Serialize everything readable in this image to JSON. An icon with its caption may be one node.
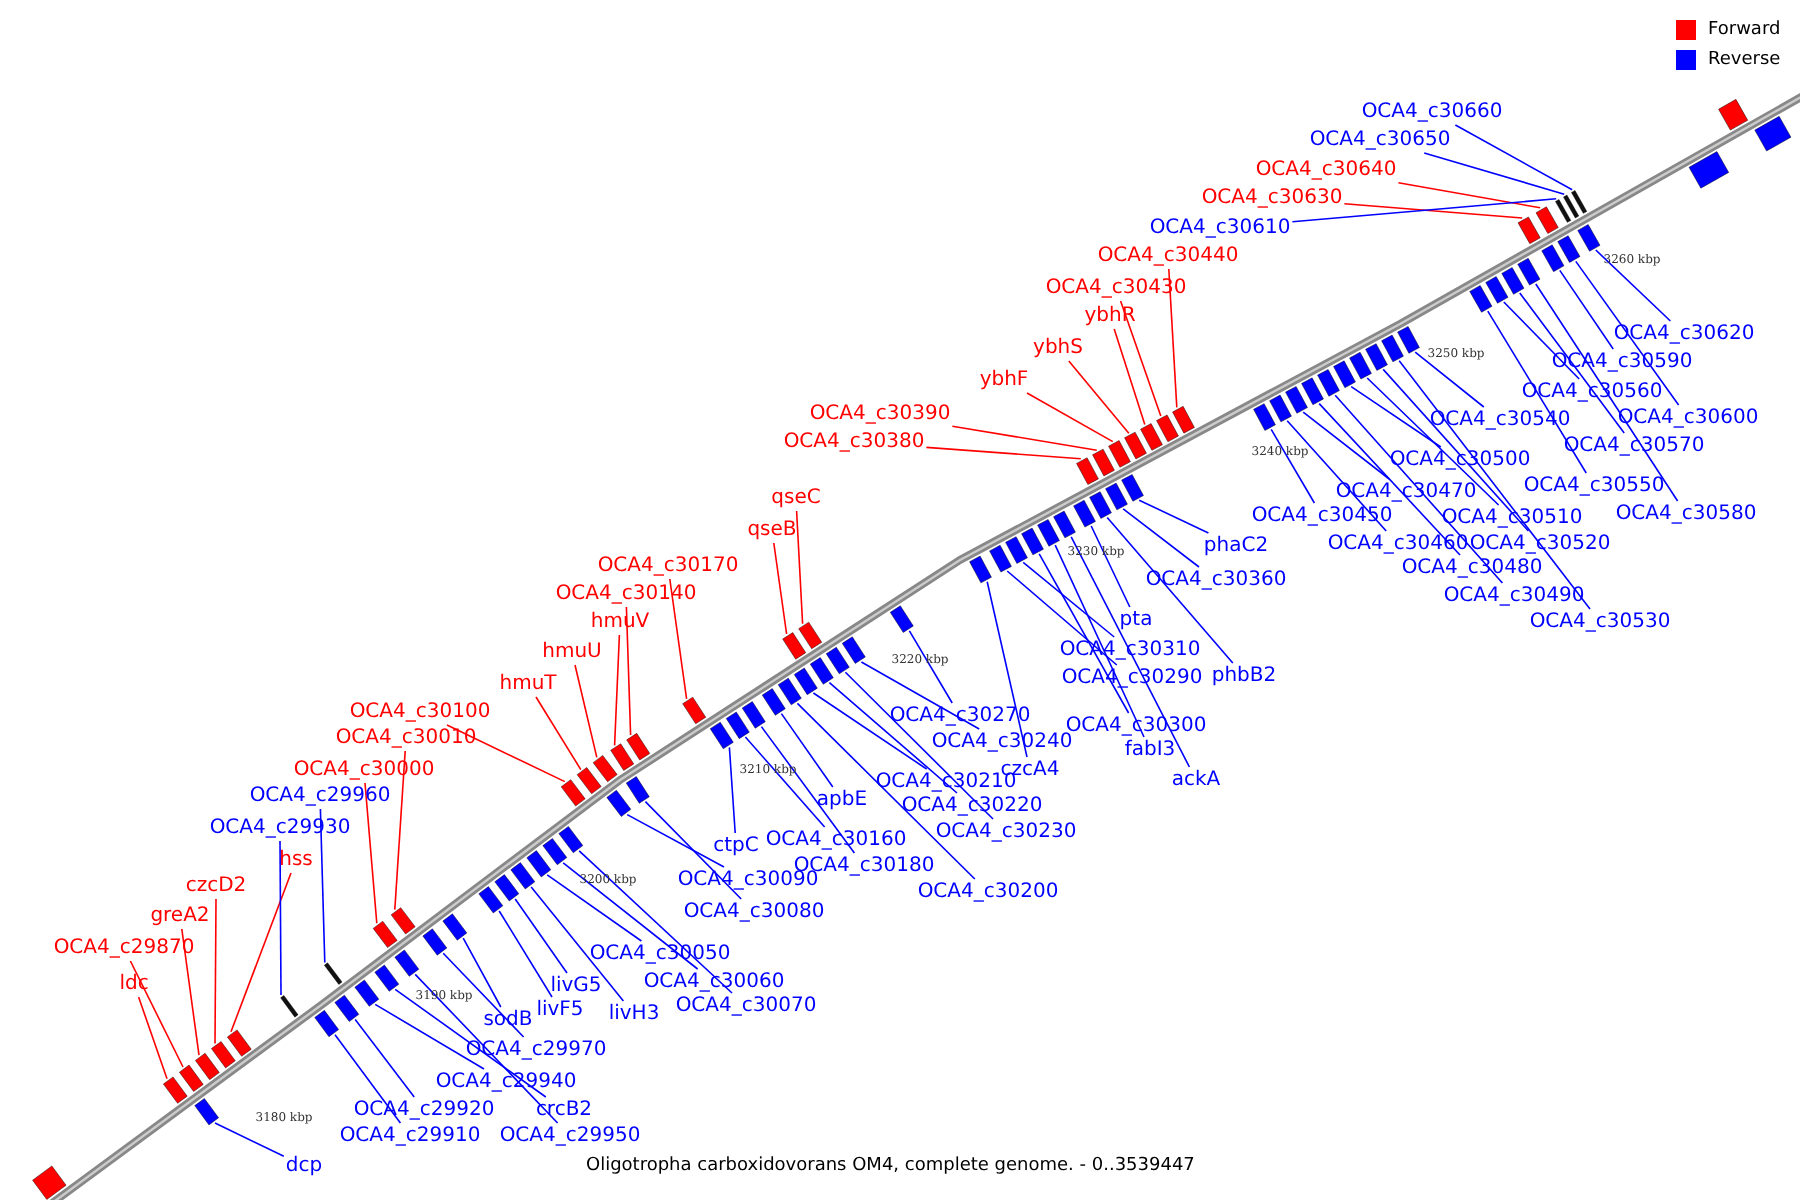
{
  "diagram": {
    "caption": "Oligotropha carboxidovorans OM4, complete genome. - 0..3539447",
    "nodes": [
      {
        "text": [
          "ldc"
        ]
      },
      {
        "text": [
          "OCA4_c29870"
        ]
      },
      {
        "text": [
          "greA2"
        ]
      },
      {
        "text": [
          "czcD2"
        ]
      },
      {
        "text": [
          "hss"
        ]
      },
      {
        "text": [
          "OCA4_c30000"
        ]
      },
      {
        "text": [
          "OCA4_c30010"
        ]
      },
      {
        "text": [
          "OCA4_c30100"
        ]
      },
      {
        "text": [
          "hmuT"
        ]
      },
      {
        "text": [
          "hmuU"
        ]
      },
      {
        "text": [
          "hmuV"
        ]
      },
      {
        "text": [
          "OCA4_c30140"
        ]
      },
      {
        "text": [
          "OCA4_c30170"
        ]
      },
      {
        "text": [
          "qseB"
        ]
      },
      {
        "text": [
          "qseC"
        ]
      },
      {
        "text": [
          "OCA4_c30380"
        ]
      },
      {
        "text": [
          "OCA4_c30390"
        ]
      },
      {
        "text": [
          "ybhF"
        ]
      },
      {
        "text": [
          "ybhS"
        ]
      },
      {
        "text": [
          "ybhR"
        ]
      },
      {
        "text": [
          "OCA4_c30430"
        ]
      },
      {
        "text": [
          "OCA4_c30440"
        ]
      },
      {
        "text": [
          "OCA4_c30630"
        ]
      },
      {
        "text": [
          "OCA4_c30640"
        ]
      },
      {
        "text": [
          "OCA4_c29930"
        ]
      },
      {
        "text": [
          "OCA4_c29960"
        ]
      },
      {
        "text": [
          "OCA4_c30610"
        ]
      },
      {
        "text": [
          "OCA4_c30650"
        ]
      },
      {
        "text": [
          "OCA4_c30660"
        ]
      },
      {
        "text": [
          "dcp"
        ]
      },
      {
        "text": [
          "OCA4_c29910"
        ]
      },
      {
        "text": [
          "OCA4_c29920"
        ]
      },
      {
        "text": [
          "OCA4_c29950"
        ]
      },
      {
        "text": [
          "crcB2"
        ]
      },
      {
        "text": [
          "OCA4_c29940"
        ]
      },
      {
        "text": [
          "OCA4_c29970"
        ]
      },
      {
        "text": [
          "sodB"
        ]
      },
      {
        "text": [
          "livF5"
        ]
      },
      {
        "text": [
          "livG5"
        ]
      },
      {
        "text": [
          "livH3"
        ]
      },
      {
        "text": [
          "OCA4_c30050"
        ]
      },
      {
        "text": [
          "OCA4_c30060"
        ]
      },
      {
        "text": [
          "OCA4_c30070"
        ]
      },
      {
        "text": [
          "OCA4_c30080"
        ]
      },
      {
        "text": [
          "OCA4_c30090"
        ]
      },
      {
        "text": [
          "ctpC"
        ]
      },
      {
        "text": [
          "OCA4_c30160"
        ]
      },
      {
        "text": [
          "OCA4_c30180"
        ]
      },
      {
        "text": [
          "OCA4_c30200"
        ]
      },
      {
        "text": [
          "apbE"
        ]
      },
      {
        "text": [
          "OCA4_c30210"
        ]
      },
      {
        "text": [
          "OCA4_c30220"
        ]
      },
      {
        "text": [
          "OCA4_c30230"
        ]
      },
      {
        "text": [
          "OCA4_c30240"
        ]
      },
      {
        "text": [
          "OCA4_c30270"
        ]
      },
      {
        "text": [
          "czcA4"
        ]
      },
      {
        "text": [
          "OCA4_c30290"
        ]
      },
      {
        "text": [
          "OCA4_c30300"
        ]
      },
      {
        "text": [
          "OCA4_c30310"
        ]
      },
      {
        "text": [
          "fabI3"
        ]
      },
      {
        "text": [
          "ackA"
        ]
      },
      {
        "text": [
          "pta"
        ]
      },
      {
        "text": [
          "phbB2"
        ]
      },
      {
        "text": [
          "OCA4_c30360"
        ]
      },
      {
        "text": [
          "phaC2"
        ]
      },
      {
        "text": [
          "OCA4_c30450"
        ]
      },
      {
        "text": [
          "OCA4_c30460"
        ]
      },
      {
        "text": [
          "OCA4_c30470"
        ]
      },
      {
        "text": [
          "OCA4_c30480"
        ]
      },
      {
        "text": [
          "OCA4_c30490"
        ]
      },
      {
        "text": [
          "OCA4_c30500"
        ]
      },
      {
        "text": [
          "OCA4_c30510"
        ]
      },
      {
        "text": [
          "OCA4_c30520"
        ]
      },
      {
        "text": [
          "OCA4_c30530"
        ]
      },
      {
        "text": [
          "OCA4_c30540"
        ]
      },
      {
        "text": [
          "OCA4_c30550"
        ]
      },
      {
        "text": [
          "OCA4_c30560"
        ]
      },
      {
        "text": [
          "OCA4_c30570"
        ]
      },
      {
        "text": [
          "OCA4_c30580"
        ]
      },
      {
        "text": [
          "OCA4_c30590"
        ]
      },
      {
        "text": [
          "OCA4_c30600"
        ]
      },
      {
        "text": [
          "OCA4_c30620"
        ]
      },
      {
        "text": [],
        "shape": "box"
      },
      {
        "text": [],
        "shape": "box"
      },
      {
        "text": [],
        "shape": "box"
      },
      {
        "text": [],
        "shape": "box"
      },
      {
        "text": [],
        "shape": "box"
      },
      {
        "text": [],
        "shape": "box"
      },
      {
        "text": [],
        "shape": "box"
      },
      {
        "text": [],
        "shape": "box"
      },
      {
        "text": [],
        "shape": "box"
      },
      {
        "text": [],
        "shape": "box"
      },
      {
        "text": [],
        "shape": "box"
      },
      {
        "text": [],
        "shape": "box"
      },
      {
        "text": [],
        "shape": "box"
      },
      {
        "text": [],
        "shape": "box"
      },
      {
        "text": [],
        "shape": "box"
      },
      {
        "text": [],
        "shape": "box"
      },
      {
        "text": [],
        "shape": "box"
      },
      {
        "text": [],
        "shape": "box"
      },
      {
        "text": [],
        "shape": "box"
      },
      {
        "text": [],
        "shape": "box"
      },
      {
        "text": [],
        "shape": "box"
      },
      {
        "text": [],
        "shape": "box"
      },
      {
        "text": [],
        "shape": "box"
      },
      {
        "text": [],
        "shape": "box"
      },
      {
        "text": [],
        "shape": "box"
      },
      {
        "text": [],
        "shape": "box"
      },
      {
        "text": [],
        "shape": "box"
      },
      {
        "text": [],
        "shape": "box"
      },
      {
        "text": [],
        "shape": "box"
      },
      {
        "text": [],
        "shape": "box"
      },
      {
        "text": [],
        "shape": "box"
      },
      {
        "text": [],
        "shape": "box"
      },
      {
        "text": [],
        "shape": "box"
      },
      {
        "text": [],
        "shape": "box"
      },
      {
        "text": [],
        "shape": "box"
      },
      {
        "text": [],
        "shape": "box"
      },
      {
        "text": [],
        "shape": "box"
      },
      {
        "text": [],
        "shape": "box"
      },
      {
        "text": [],
        "shape": "box"
      },
      {
        "text": [],
        "shape": "box"
      },
      {
        "text": [],
        "shape": "box"
      },
      {
        "text": [],
        "shape": "box"
      },
      {
        "text": [],
        "shape": "box"
      },
      {
        "text": [],
        "shape": "box"
      },
      {
        "text": [],
        "shape": "box"
      },
      {
        "text": [],
        "shape": "box"
      },
      {
        "text": [],
        "shape": "box"
      },
      {
        "text": [],
        "shape": "box"
      },
      {
        "text": [],
        "shape": "box"
      },
      {
        "text": [],
        "shape": "box"
      },
      {
        "text": [],
        "shape": "box"
      },
      {
        "text": [],
        "shape": "box"
      },
      {
        "text": [],
        "shape": "box"
      },
      {
        "text": [],
        "shape": "box"
      },
      {
        "text": [],
        "shape": "box"
      },
      {
        "text": [],
        "shape": "box"
      },
      {
        "text": [],
        "shape": "box"
      },
      {
        "text": [],
        "shape": "box"
      },
      {
        "text": [],
        "shape": "box"
      },
      {
        "text": [],
        "shape": "box"
      },
      {
        "text": [],
        "shape": "box"
      },
      {
        "text": [],
        "shape": "box"
      },
      {
        "text": [],
        "shape": "box"
      },
      {
        "text": [],
        "shape": "box"
      },
      {
        "text": [],
        "shape": "box"
      },
      {
        "text": [],
        "shape": "box"
      },
      {
        "text": [],
        "shape": "box"
      },
      {
        "text": [],
        "shape": "box"
      },
      {
        "text": [],
        "shape": "box"
      },
      {
        "text": [],
        "shape": "box"
      },
      {
        "text": [],
        "shape": "box"
      },
      {
        "text": [],
        "shape": "box"
      },
      {
        "text": [],
        "shape": "box"
      },
      {
        "text": [],
        "shape": "box"
      },
      {
        "text": [],
        "shape": "box"
      },
      {
        "text": [],
        "shape": "box"
      },
      {
        "text": [],
        "shape": "box"
      },
      {
        "text": [],
        "shape": "box"
      },
      {
        "text": [],
        "shape": "box"
      },
      {
        "text": [],
        "shape": "box"
      },
      {
        "text": [],
        "shape": "box"
      },
      {
        "text": [],
        "shape": "box"
      },
      {
        "text": [],
        "shape": "box"
      },
      {
        "text": [],
        "shape": "box"
      },
      {
        "text": [],
        "shape": "box"
      },
      {
        "text": [],
        "shape": "box"
      }
    ],
    "edges": [
      {
        "from": 0,
        "to": 82,
        "arrow": "none",
        "color": "#ff0000"
      },
      {
        "from": 1,
        "to": 83,
        "arrow": "none",
        "color": "#ff0000"
      },
      {
        "from": 2,
        "to": 84,
        "arrow": "none",
        "color": "#ff0000"
      },
      {
        "from": 3,
        "to": 85,
        "arrow": "none",
        "color": "#ff0000"
      },
      {
        "from": 4,
        "to": 86,
        "arrow": "none",
        "color": "#ff0000"
      },
      {
        "from": 5,
        "to": 87,
        "arrow": "none",
        "color": "#ff0000"
      },
      {
        "from": 6,
        "to": 88,
        "arrow": "none",
        "color": "#ff0000"
      },
      {
        "from": 7,
        "to": 89,
        "arrow": "none",
        "color": "#ff0000"
      },
      {
        "from": 8,
        "to": 90,
        "arrow": "none",
        "color": "#ff0000"
      },
      {
        "from": 9,
        "to": 91,
        "arrow": "none",
        "color": "#ff0000"
      },
      {
        "from": 10,
        "to": 92,
        "arrow": "none",
        "color": "#ff0000"
      },
      {
        "from": 11,
        "to": 93,
        "arrow": "none",
        "color": "#ff0000"
      },
      {
        "from": 12,
        "to": 94,
        "arrow": "none",
        "color": "#ff0000"
      },
      {
        "from": 13,
        "to": 95,
        "arrow": "none",
        "color": "#ff0000"
      },
      {
        "from": 14,
        "to": 96,
        "arrow": "none",
        "color": "#ff0000"
      },
      {
        "from": 15,
        "to": 97,
        "arrow": "none",
        "color": "#ff0000"
      },
      {
        "from": 16,
        "to": 98,
        "arrow": "none",
        "color": "#ff0000"
      },
      {
        "from": 17,
        "to": 99,
        "arrow": "none",
        "color": "#ff0000"
      },
      {
        "from": 18,
        "to": 100,
        "arrow": "none",
        "color": "#ff0000"
      },
      {
        "from": 19,
        "to": 101,
        "arrow": "none",
        "color": "#ff0000"
      },
      {
        "from": 20,
        "to": 102,
        "arrow": "none",
        "color": "#ff0000"
      },
      {
        "from": 21,
        "to": 103,
        "arrow": "none",
        "color": "#ff0000"
      },
      {
        "from": 22,
        "to": 104,
        "arrow": "none",
        "color": "#ff0000"
      },
      {
        "from": 23,
        "to": 105,
        "arrow": "none",
        "color": "#ff0000"
      },
      {
        "from": 24,
        "to": 106,
        "arrow": "none"
      },
      {
        "from": 25,
        "to": 107,
        "arrow": "none"
      },
      {
        "from": 26,
        "to": 108,
        "arrow": "none"
      },
      {
        "from": 27,
        "to": 109,
        "arrow": "none"
      },
      {
        "from": 28,
        "to": 110,
        "arrow": "none"
      },
      {
        "from": 29,
        "to": 111,
        "arrow": "none"
      },
      {
        "from": 30,
        "to": 112,
        "arrow": "none"
      },
      {
        "from": 31,
        "to": 113,
        "arrow": "none"
      },
      {
        "from": 32,
        "to": 114,
        "arrow": "none"
      },
      {
        "from": 33,
        "to": 115,
        "arrow": "none"
      },
      {
        "from": 34,
        "to": 116,
        "arrow": "none"
      },
      {
        "from": 35,
        "to": 117,
        "arrow": "none"
      },
      {
        "from": 36,
        "to": 118,
        "arrow": "none"
      },
      {
        "from": 37,
        "to": 119,
        "arrow": "none"
      },
      {
        "from": 38,
        "to": 120,
        "arrow": "none"
      },
      {
        "from": 39,
        "to": 121,
        "arrow": "none"
      },
      {
        "from": 40,
        "to": 122,
        "arrow": "none"
      },
      {
        "from": 41,
        "to": 123,
        "arrow": "none"
      },
      {
        "from": 42,
        "to": 124,
        "arrow": "none"
      },
      {
        "from": 43,
        "to": 125,
        "arrow": "none"
      },
      {
        "from": 44,
        "to": 126,
        "arrow": "none"
      },
      {
        "from": 45,
        "to": 127,
        "arrow": "none"
      },
      {
        "from": 46,
        "to": 128,
        "arrow": "none"
      },
      {
        "from": 47,
        "to": 129,
        "arrow": "none"
      },
      {
        "from": 48,
        "to": 130,
        "arrow": "none"
      },
      {
        "from": 49,
        "to": 131,
        "arrow": "none"
      },
      {
        "from": 50,
        "to": 132,
        "arrow": "none"
      },
      {
        "from": 51,
        "to": 133,
        "arrow": "none"
      },
      {
        "from": 52,
        "to": 134,
        "arrow": "none"
      },
      {
        "from": 53,
        "to": 135,
        "arrow": "none"
      },
      {
        "from": 54,
        "to": 136,
        "arrow": "none"
      },
      {
        "from": 55,
        "to": 137,
        "arrow": "none"
      },
      {
        "from": 56,
        "to": 138,
        "arrow": "none"
      },
      {
        "from": 57,
        "to": 139,
        "arrow": "none"
      },
      {
        "from": 58,
        "to": 140,
        "arrow": "none"
      },
      {
        "from": 59,
        "to": 141,
        "arrow": "none"
      },
      {
        "from": 60,
        "to": 142,
        "arrow": "none"
      },
      {
        "from": 61,
        "to": 143,
        "arrow": "none"
      },
      {
        "from": 62,
        "to": 144,
        "arrow": "none"
      },
      {
        "from": 63,
        "to": 145,
        "arrow": "none"
      },
      {
        "from": 64,
        "to": 146,
        "arrow": "none"
      },
      {
        "from": 65,
        "to": 147,
        "arrow": "none"
      },
      {
        "from": 66,
        "to": 148,
        "arrow": "none"
      },
      {
        "from": 67,
        "to": 149,
        "arrow": "none"
      },
      {
        "from": 68,
        "to": 150,
        "arrow": "none"
      },
      {
        "from": 69,
        "to": 151,
        "arrow": "none"
      },
      {
        "from": 70,
        "to": 152,
        "arrow": "none"
      },
      {
        "from": 71,
        "to": 153,
        "arrow": "none"
      },
      {
        "from": 72,
        "to": 154,
        "arrow": "none"
      },
      {
        "from": 73,
        "to": 155,
        "arrow": "none"
      },
      {
        "from": 74,
        "to": 156,
        "arrow": "none"
      },
      {
        "from": 75,
        "to": 157,
        "arrow": "none"
      },
      {
        "from": 76,
        "to": 158,
        "arrow": "none"
      },
      {
        "from": 77,
        "to": 159,
        "arrow": "none"
      },
      {
        "from": 78,
        "to": 160,
        "arrow": "none"
      },
      {
        "from": 79,
        "to": 161,
        "arrow": "none"
      },
      {
        "from": 80,
        "to": 162,
        "arrow": "none"
      },
      {
        "from": 81,
        "to": 163,
        "arrow": "none"
      }
    ],
    "labels": [
      "3180 kbp",
      "3190 kbp",
      "3200 kbp",
      "3210 kbp",
      "3220 kbp",
      "3230 kbp",
      "3240 kbp",
      "3250 kbp",
      "3260 kbp"
    ],
    "legend": [
      {
        "text": "Forward",
        "color": "#ff0000"
      },
      {
        "text": "Reverse",
        "color": "#0000ff"
      }
    ]
  }
}
